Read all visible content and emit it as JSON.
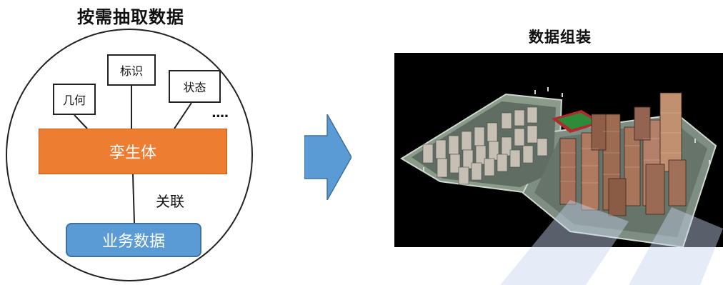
{
  "left_panel": {
    "title": "按需抽取数据",
    "attributes": [
      "几何",
      "标识",
      "状态"
    ],
    "ellipsis": "....",
    "twin_label": "孪生体",
    "relation_label": "关联",
    "business_label": "业务数据"
  },
  "right_panel": {
    "title": "数据组装",
    "image_subject": "3D model of residential building complex"
  },
  "colors": {
    "twin_fill": "#ed7d31",
    "business_fill": "#5b9bd5",
    "arrow_fill": "#5b9bd5"
  }
}
